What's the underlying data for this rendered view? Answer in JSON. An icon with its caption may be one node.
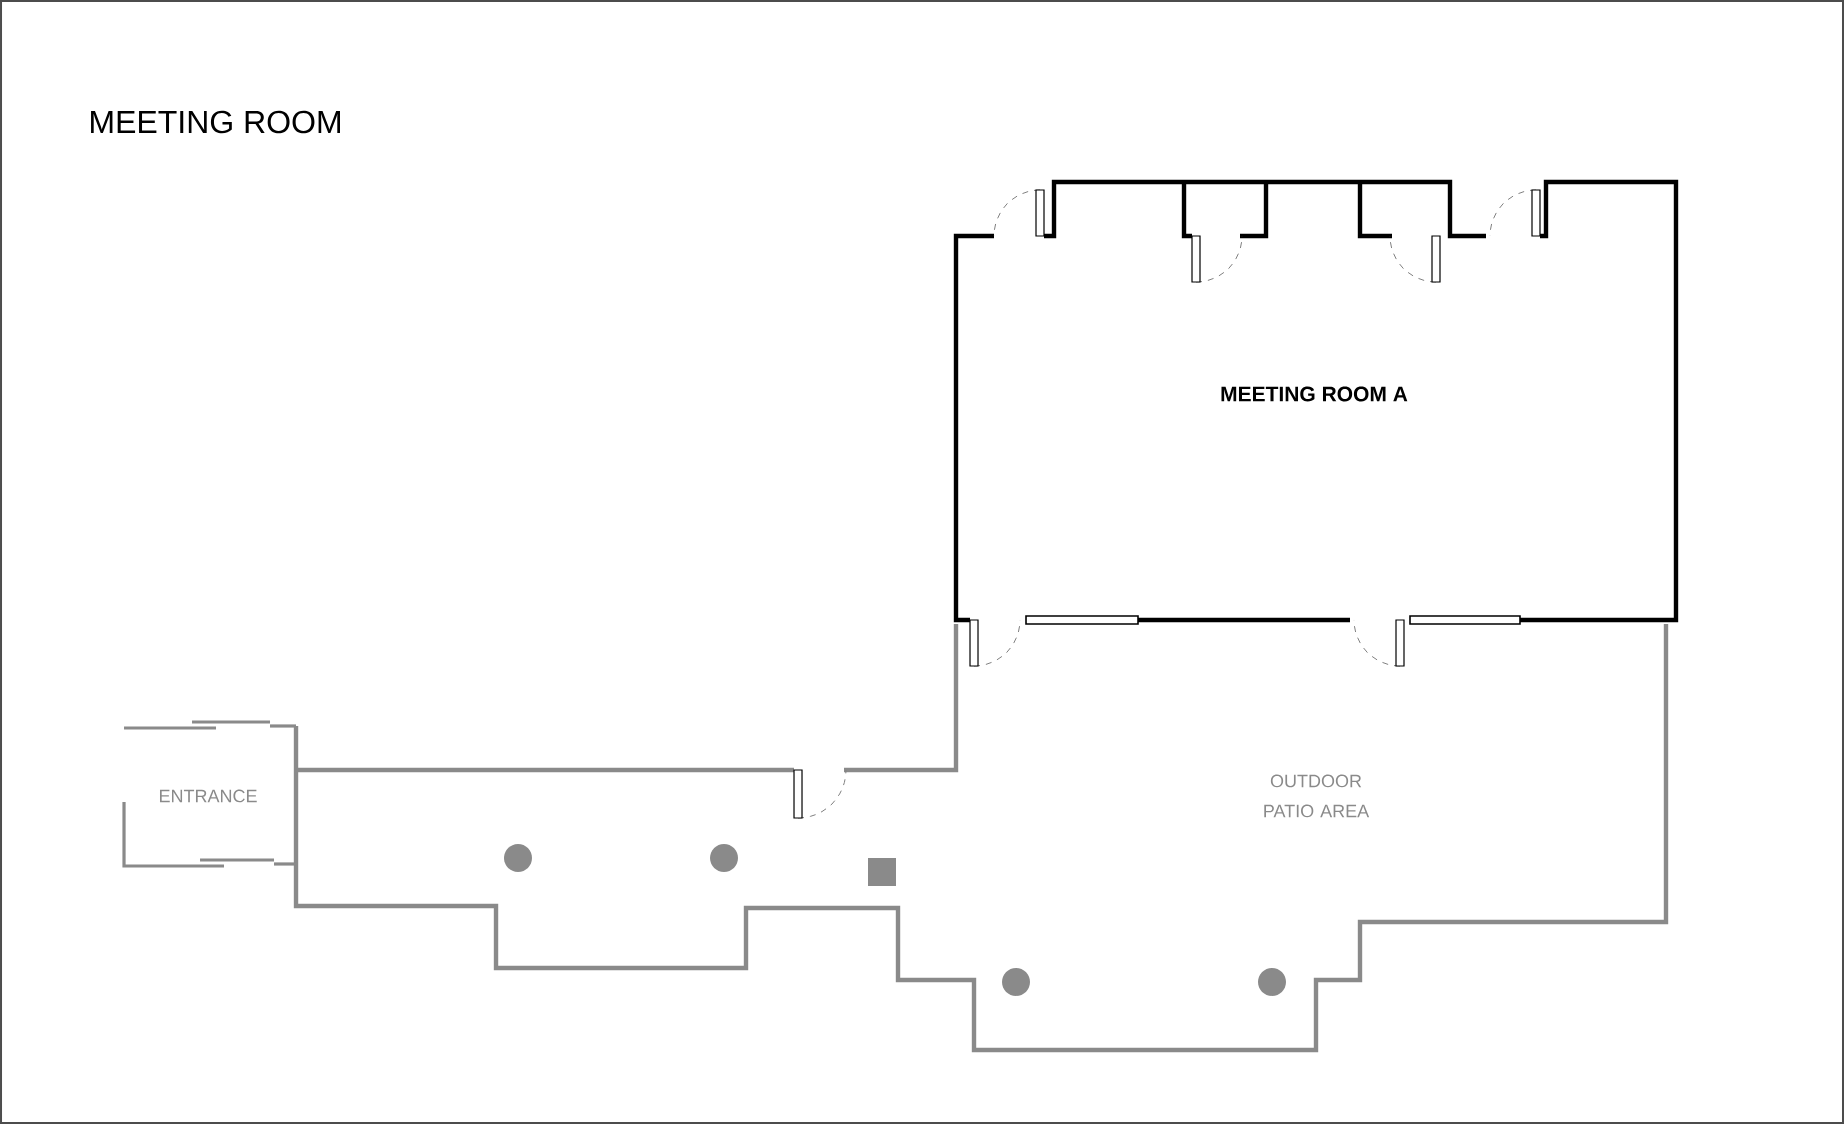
{
  "diagram": {
    "title": "MEETING ROOM",
    "nodes": [
      {
        "text": [
          "MEETING ROOM A"
        ]
      },
      {
        "text": [
          "OUTDOOR PATIO AREA"
        ]
      },
      {
        "text": [
          "ENTRANCE"
        ]
      }
    ]
  }
}
